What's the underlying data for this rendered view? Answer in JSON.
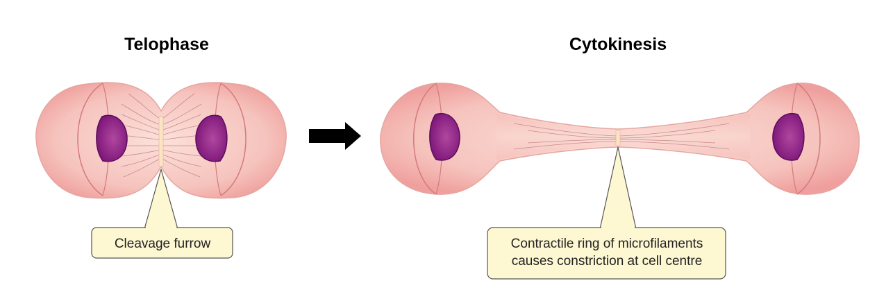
{
  "stages": {
    "left_title": "Telophase",
    "right_title": "Cytokinesis"
  },
  "callouts": {
    "left": "Cleavage furrow",
    "right_line1": "Contractile ring of microfilaments",
    "right_line2": "causes constriction at cell centre"
  },
  "colors": {
    "cell_fill": "#f7c6c0",
    "cell_edge": "#d98a86",
    "nucleus": "#8a1f86",
    "callout_fill": "#fdf7d2",
    "arrow": "#000000"
  }
}
